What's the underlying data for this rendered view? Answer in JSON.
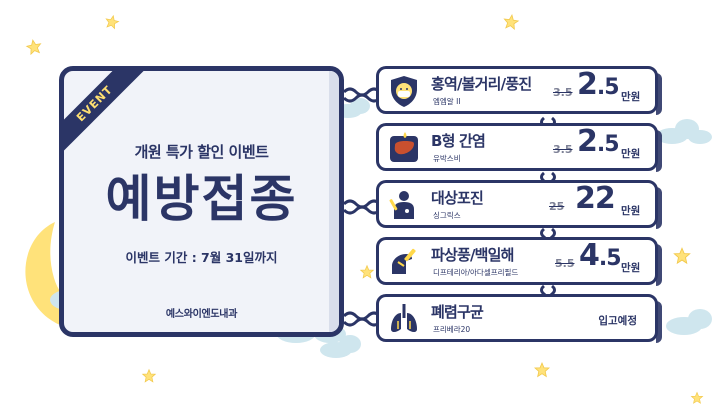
{
  "card": {
    "ribbon": "EVENT",
    "subtitle": "개원 특가 할인 이벤트",
    "title": "예방접종",
    "period_label": "이벤트 기간 : ",
    "period_value": "7월 31일까지",
    "clinic": "예스와이엔도내과"
  },
  "vaccines": [
    {
      "name": "홍역/볼거리/풍진",
      "brand": "엠엠알 II",
      "old_price": "3.5",
      "price_int": "2",
      "price_dec": ".5",
      "unit": "만원",
      "icon": "child-mask-icon"
    },
    {
      "name": "B형 간염",
      "brand": "유박스비",
      "old_price": "3.5",
      "price_int": "2",
      "price_dec": ".5",
      "unit": "만원",
      "icon": "liver-icon"
    },
    {
      "name": "대상포진",
      "brand": "싱그릭스",
      "old_price": "25",
      "price_int": "22",
      "price_dec": "",
      "unit": "만원",
      "icon": "person-syringe-icon"
    },
    {
      "name": "파상풍/백일해",
      "brand": "디프테리아/아다셀프리필드",
      "old_price": "5.5",
      "price_int": "4",
      "price_dec": ".5",
      "unit": "만원",
      "icon": "arm-injection-icon"
    },
    {
      "name": "폐렴구균",
      "brand": "프리베라20",
      "note": "입고예정",
      "icon": "lungs-icon"
    }
  ],
  "colors": {
    "navy": "#2b3566",
    "yellow": "#ffd84a",
    "cloud": "#cfe6ee",
    "card_bg": "#f1f3f9"
  }
}
